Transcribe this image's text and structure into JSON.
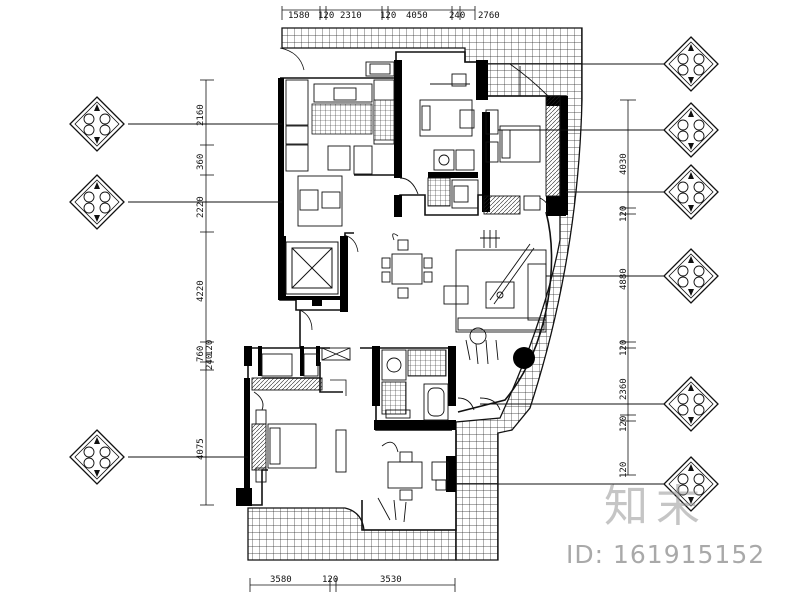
{
  "dimensions": {
    "top": [
      "1580",
      "120",
      "2310",
      "120",
      "4050",
      "240",
      "2760"
    ],
    "bottom": [
      "3580",
      "120",
      "3530"
    ],
    "left": [
      "2160",
      "360",
      "2220",
      "4220",
      "760",
      "240",
      "120",
      "4075"
    ],
    "right": [
      "4030",
      "120",
      "4880",
      "120",
      "2360",
      "120",
      "120"
    ]
  },
  "watermark": {
    "logo": "知末",
    "id": "ID: 161915152"
  },
  "colors": {
    "line": "#111111",
    "wall": "#000000",
    "watermark": "#8c8c8c"
  }
}
